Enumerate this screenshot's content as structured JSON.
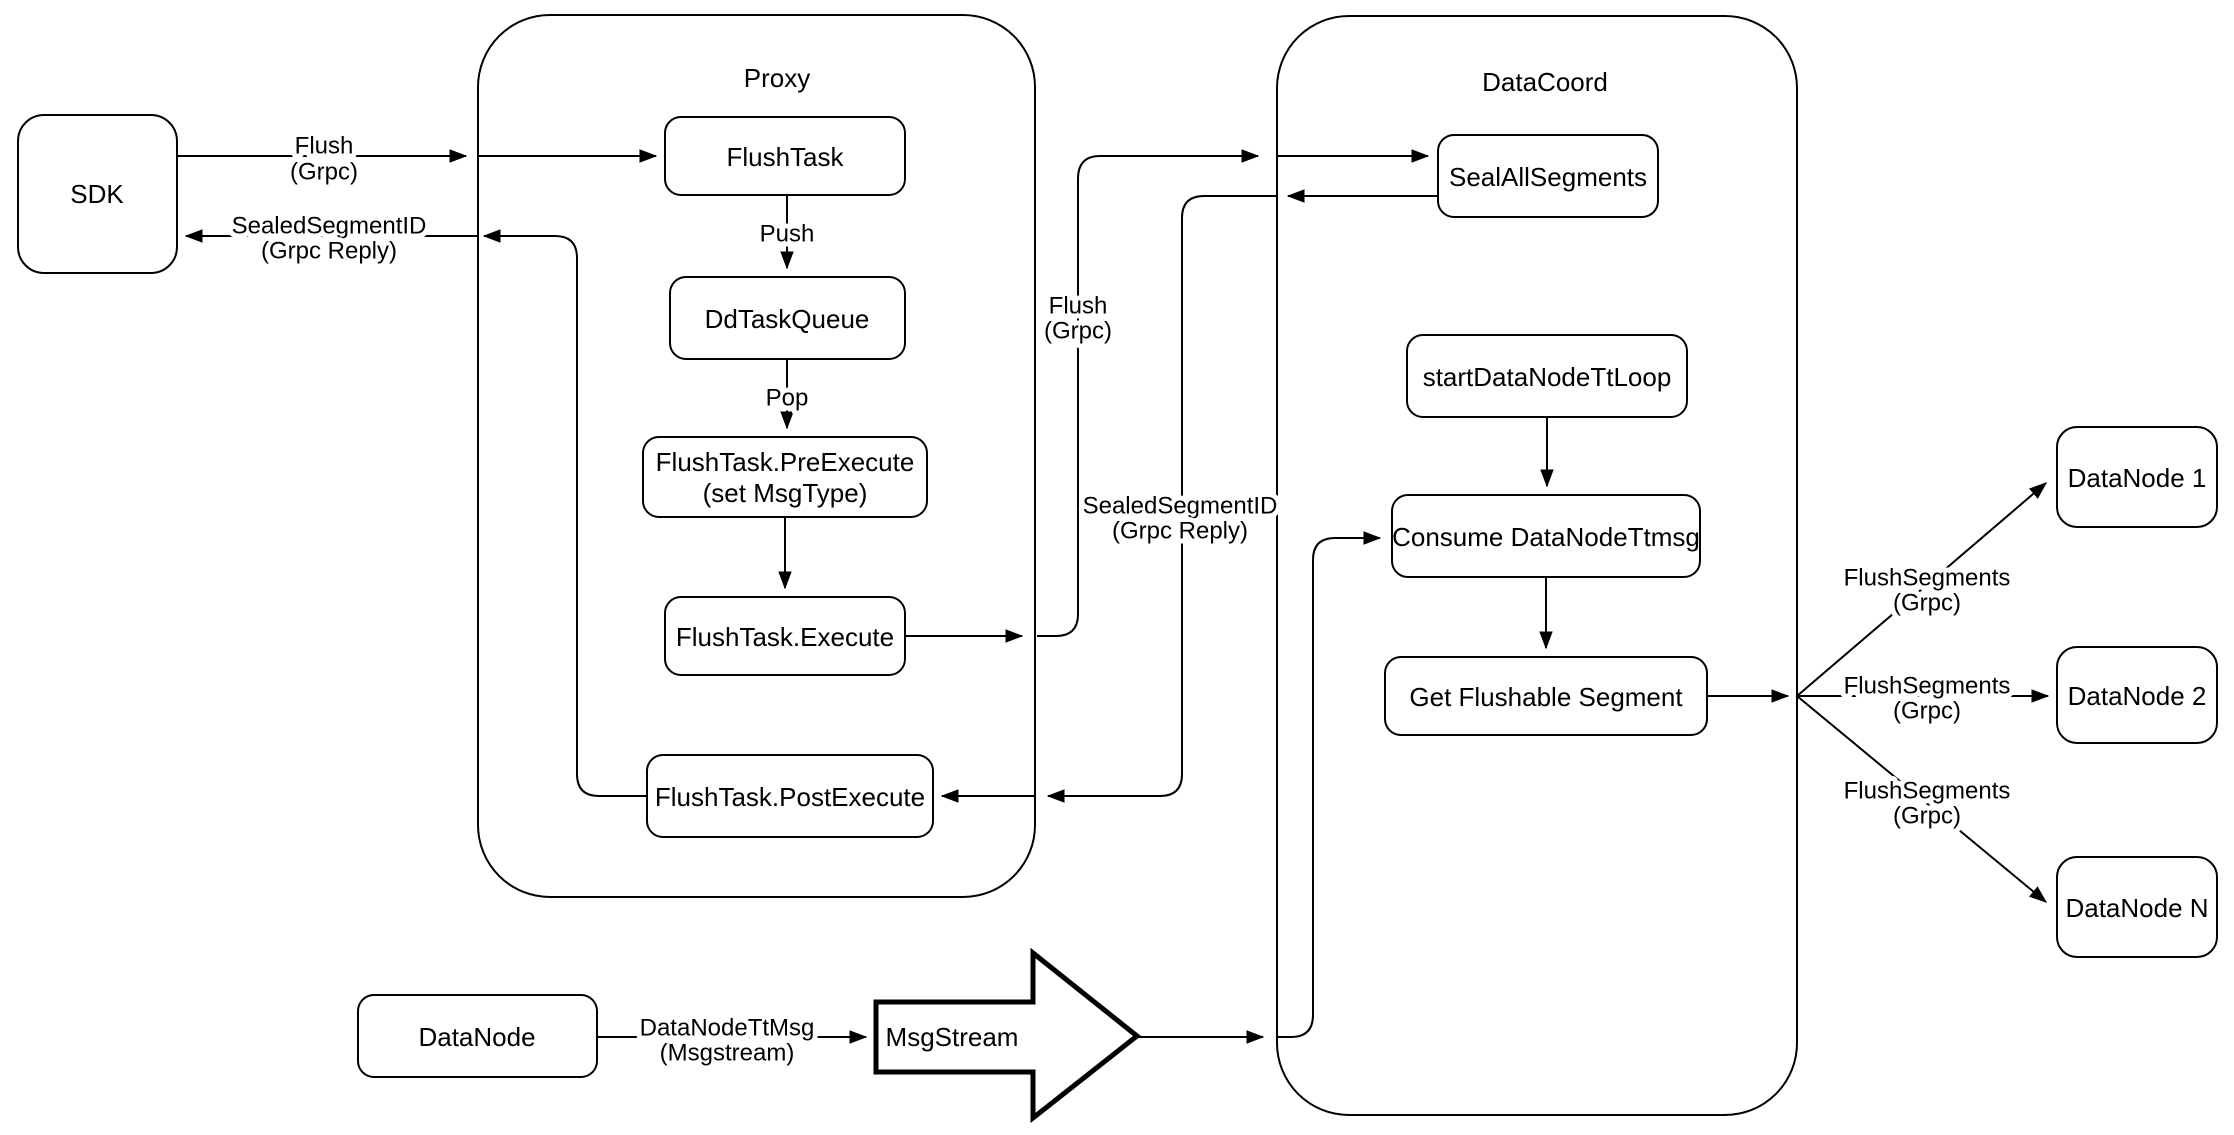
{
  "diagram": {
    "background_color": "#ffffff",
    "line_color": "#000000",
    "containers": {
      "proxy": {
        "label": "Proxy"
      },
      "datacoord": {
        "label": "DataCoord"
      }
    },
    "nodes": {
      "sdk": {
        "label": "SDK"
      },
      "flush_task": {
        "label": "FlushTask"
      },
      "dd_task_queue": {
        "label": "DdTaskQueue"
      },
      "pre_execute": {
        "line1": "FlushTask.PreExecute",
        "line2": "(set MsgType)"
      },
      "execute": {
        "label": "FlushTask.Execute"
      },
      "post_execute": {
        "label": "FlushTask.PostExecute"
      },
      "seal_all_segments": {
        "label": "SealAllSegments"
      },
      "start_datanode_tt_loop": {
        "label": "startDataNodeTtLoop"
      },
      "consume_datanode_ttmsg": {
        "label": "Consume DataNodeTtmsg"
      },
      "get_flushable_segment": {
        "label": "Get Flushable Segment"
      },
      "datanode_1": {
        "label": "DataNode 1"
      },
      "datanode_2": {
        "label": "DataNode 2"
      },
      "datanode_n": {
        "label": "DataNode N"
      },
      "datanode_bottom": {
        "label": "DataNode"
      },
      "msgstream": {
        "label": "MsgStream"
      }
    },
    "edge_labels": {
      "flush_grpc_sdk": {
        "line1": "Flush",
        "line2": "(Grpc)"
      },
      "sealed_segment_sdk": {
        "line1": "SealedSegmentID",
        "line2": "(Grpc Reply)"
      },
      "push": {
        "text": "Push"
      },
      "pop": {
        "text": "Pop"
      },
      "flush_grpc_mid": {
        "line1": "Flush",
        "line2": "(Grpc)"
      },
      "sealed_segment_mid": {
        "line1": "SealedSegmentID",
        "line2": "(Grpc Reply)"
      },
      "flush_segments_1": {
        "line1": "FlushSegments",
        "line2": "(Grpc)"
      },
      "flush_segments_2": {
        "line1": "FlushSegments",
        "line2": "(Grpc)"
      },
      "flush_segments_n": {
        "line1": "FlushSegments",
        "line2": "(Grpc)"
      },
      "datanode_ttmsg": {
        "line1": "DataNodeTtMsg",
        "line2": "(Msgstream)"
      }
    }
  }
}
